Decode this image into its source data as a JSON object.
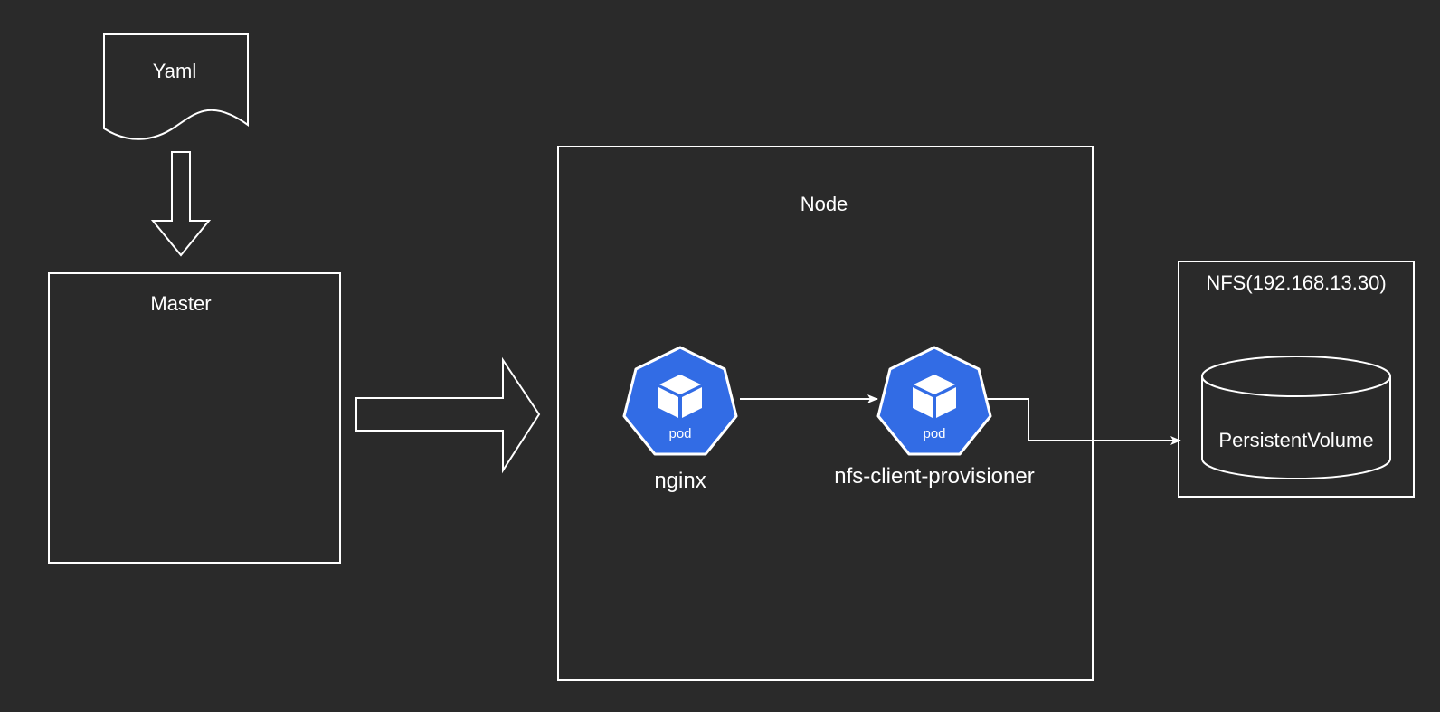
{
  "diagram": {
    "document": {
      "label": "Yaml"
    },
    "master": {
      "label": "Master"
    },
    "node": {
      "label": "Node"
    },
    "pods": [
      {
        "name": "nginx",
        "badge": "pod"
      },
      {
        "name": "nfs-client-provisioner",
        "badge": "pod"
      }
    ],
    "nfs": {
      "label": "NFS(192.168.13.30)",
      "volume_label": "PersistentVolume"
    },
    "colors": {
      "background": "#2a2a2a",
      "stroke": "#ffffff",
      "pod_fill": "#326ce5"
    }
  }
}
